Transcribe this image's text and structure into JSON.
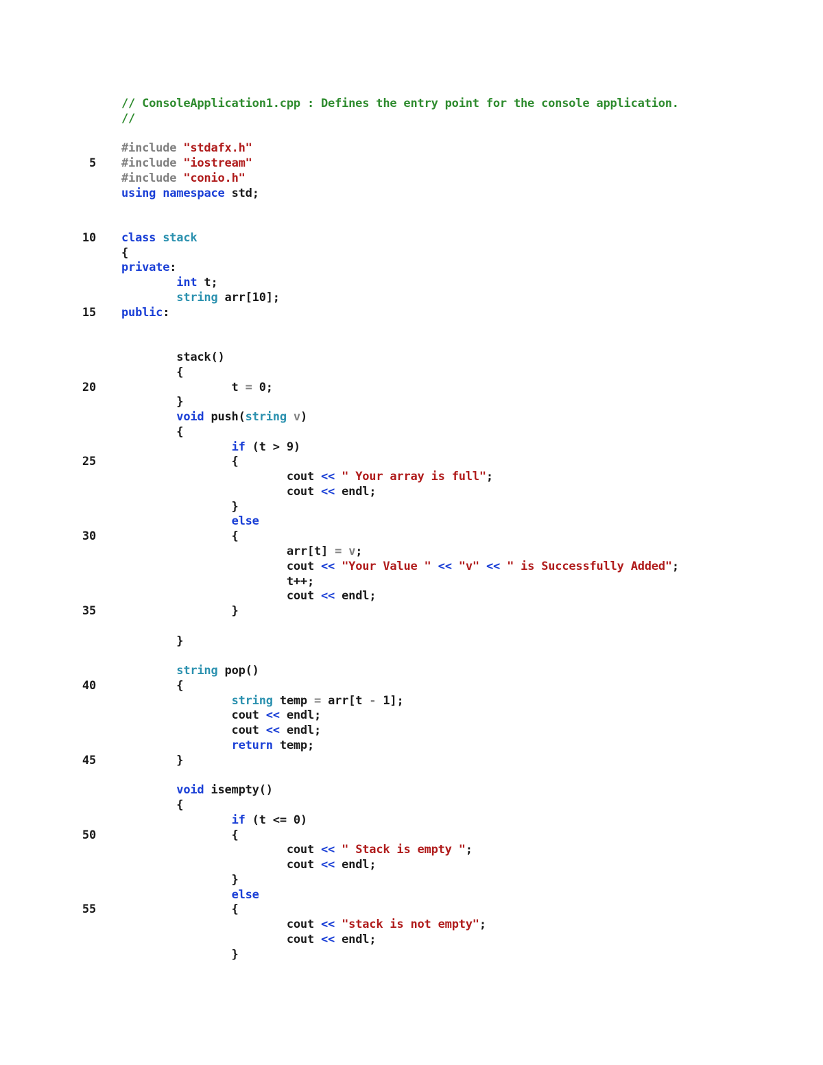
{
  "document": {
    "lines": [
      {
        "n": "",
        "tokens": [
          {
            "t": "// ConsoleApplication1.cpp : Defines the entry point for the console application.",
            "c": "comment"
          }
        ]
      },
      {
        "n": "",
        "tokens": [
          {
            "t": "//",
            "c": "comment"
          }
        ]
      },
      {
        "n": "",
        "tokens": []
      },
      {
        "n": "",
        "tokens": [
          {
            "t": "#include ",
            "c": "pre"
          },
          {
            "t": "\"stdafx.h\"",
            "c": "str"
          }
        ]
      },
      {
        "n": "5",
        "tokens": [
          {
            "t": "#include ",
            "c": "pre"
          },
          {
            "t": "\"iostream\"",
            "c": "str"
          }
        ]
      },
      {
        "n": "",
        "tokens": [
          {
            "t": "#include ",
            "c": "pre"
          },
          {
            "t": "\"conio.h\"",
            "c": "str"
          }
        ]
      },
      {
        "n": "",
        "tokens": [
          {
            "t": "using",
            "c": "kw"
          },
          {
            "t": " ",
            "c": "id"
          },
          {
            "t": "namespace",
            "c": "kw"
          },
          {
            "t": " std;",
            "c": "id"
          }
        ]
      },
      {
        "n": "",
        "tokens": []
      },
      {
        "n": "",
        "tokens": []
      },
      {
        "n": "10",
        "tokens": [
          {
            "t": "class",
            "c": "kw"
          },
          {
            "t": " ",
            "c": "id"
          },
          {
            "t": "stack",
            "c": "type"
          }
        ]
      },
      {
        "n": "",
        "tokens": [
          {
            "t": "{",
            "c": "id"
          }
        ]
      },
      {
        "n": "",
        "tokens": [
          {
            "t": "private",
            "c": "kw"
          },
          {
            "t": ":",
            "c": "id"
          }
        ]
      },
      {
        "n": "",
        "tokens": [
          {
            "t": "        ",
            "c": "id"
          },
          {
            "t": "int",
            "c": "kw"
          },
          {
            "t": " t;",
            "c": "id"
          }
        ]
      },
      {
        "n": "",
        "tokens": [
          {
            "t": "        ",
            "c": "id"
          },
          {
            "t": "string",
            "c": "type"
          },
          {
            "t": " arr[10];",
            "c": "id"
          }
        ]
      },
      {
        "n": "15",
        "tokens": [
          {
            "t": "public",
            "c": "kw"
          },
          {
            "t": ":",
            "c": "id"
          }
        ]
      },
      {
        "n": "",
        "tokens": []
      },
      {
        "n": "",
        "tokens": []
      },
      {
        "n": "",
        "tokens": [
          {
            "t": "        stack()",
            "c": "id"
          }
        ]
      },
      {
        "n": "",
        "tokens": [
          {
            "t": "        {",
            "c": "id"
          }
        ]
      },
      {
        "n": "20",
        "tokens": [
          {
            "t": "                t ",
            "c": "id"
          },
          {
            "t": "=",
            "c": "pre"
          },
          {
            "t": " 0;",
            "c": "id"
          }
        ]
      },
      {
        "n": "",
        "tokens": [
          {
            "t": "        }",
            "c": "id"
          }
        ]
      },
      {
        "n": "",
        "tokens": [
          {
            "t": "        ",
            "c": "id"
          },
          {
            "t": "void",
            "c": "kw"
          },
          {
            "t": " push(",
            "c": "id"
          },
          {
            "t": "string",
            "c": "type"
          },
          {
            "t": " ",
            "c": "id"
          },
          {
            "t": "v",
            "c": "param"
          },
          {
            "t": ")",
            "c": "id"
          }
        ]
      },
      {
        "n": "",
        "tokens": [
          {
            "t": "        {",
            "c": "id"
          }
        ]
      },
      {
        "n": "",
        "tokens": [
          {
            "t": "                ",
            "c": "id"
          },
          {
            "t": "if",
            "c": "kw"
          },
          {
            "t": " (t ",
            "c": "id"
          },
          {
            "t": ">",
            "c": "id"
          },
          {
            "t": " 9)",
            "c": "id"
          }
        ]
      },
      {
        "n": "25",
        "tokens": [
          {
            "t": "                {",
            "c": "id"
          }
        ]
      },
      {
        "n": "",
        "tokens": [
          {
            "t": "                        cout ",
            "c": "id"
          },
          {
            "t": "<<",
            "c": "op"
          },
          {
            "t": " ",
            "c": "id"
          },
          {
            "t": "\" Your array is full\"",
            "c": "str"
          },
          {
            "t": ";",
            "c": "id"
          }
        ]
      },
      {
        "n": "",
        "tokens": [
          {
            "t": "                        cout ",
            "c": "id"
          },
          {
            "t": "<<",
            "c": "op"
          },
          {
            "t": " endl;",
            "c": "id"
          }
        ]
      },
      {
        "n": "",
        "tokens": [
          {
            "t": "                }",
            "c": "id"
          }
        ]
      },
      {
        "n": "",
        "tokens": [
          {
            "t": "                ",
            "c": "id"
          },
          {
            "t": "else",
            "c": "kw"
          }
        ]
      },
      {
        "n": "30",
        "tokens": [
          {
            "t": "                {",
            "c": "id"
          }
        ]
      },
      {
        "n": "",
        "tokens": [
          {
            "t": "                        arr[t] ",
            "c": "id"
          },
          {
            "t": "=",
            "c": "pre"
          },
          {
            "t": " ",
            "c": "id"
          },
          {
            "t": "v",
            "c": "param"
          },
          {
            "t": ";",
            "c": "id"
          }
        ]
      },
      {
        "n": "",
        "tokens": [
          {
            "t": "                        cout ",
            "c": "id"
          },
          {
            "t": "<<",
            "c": "op"
          },
          {
            "t": " ",
            "c": "id"
          },
          {
            "t": "\"Your Value \"",
            "c": "str"
          },
          {
            "t": " ",
            "c": "id"
          },
          {
            "t": "<<",
            "c": "op"
          },
          {
            "t": " ",
            "c": "id"
          },
          {
            "t": "\"v\"",
            "c": "str"
          },
          {
            "t": " ",
            "c": "id"
          },
          {
            "t": "<<",
            "c": "op"
          },
          {
            "t": " ",
            "c": "id"
          },
          {
            "t": "\" is Successfully Added\"",
            "c": "str"
          },
          {
            "t": ";",
            "c": "id"
          }
        ]
      },
      {
        "n": "",
        "tokens": [
          {
            "t": "                        t++;",
            "c": "id"
          }
        ]
      },
      {
        "n": "",
        "tokens": [
          {
            "t": "                        cout ",
            "c": "id"
          },
          {
            "t": "<<",
            "c": "op"
          },
          {
            "t": " endl;",
            "c": "id"
          }
        ]
      },
      {
        "n": "35",
        "tokens": [
          {
            "t": "                }",
            "c": "id"
          }
        ]
      },
      {
        "n": "",
        "tokens": []
      },
      {
        "n": "",
        "tokens": [
          {
            "t": "        }",
            "c": "id"
          }
        ]
      },
      {
        "n": "",
        "tokens": []
      },
      {
        "n": "",
        "tokens": [
          {
            "t": "        ",
            "c": "id"
          },
          {
            "t": "string",
            "c": "type"
          },
          {
            "t": " pop()",
            "c": "id"
          }
        ]
      },
      {
        "n": "40",
        "tokens": [
          {
            "t": "        {",
            "c": "id"
          }
        ]
      },
      {
        "n": "",
        "tokens": [
          {
            "t": "                ",
            "c": "id"
          },
          {
            "t": "string",
            "c": "type"
          },
          {
            "t": " temp ",
            "c": "id"
          },
          {
            "t": "=",
            "c": "pre"
          },
          {
            "t": " arr[t ",
            "c": "id"
          },
          {
            "t": "-",
            "c": "pre"
          },
          {
            "t": " 1];",
            "c": "id"
          }
        ]
      },
      {
        "n": "",
        "tokens": [
          {
            "t": "                cout ",
            "c": "id"
          },
          {
            "t": "<<",
            "c": "op"
          },
          {
            "t": " endl;",
            "c": "id"
          }
        ]
      },
      {
        "n": "",
        "tokens": [
          {
            "t": "                cout ",
            "c": "id"
          },
          {
            "t": "<<",
            "c": "op"
          },
          {
            "t": " endl;",
            "c": "id"
          }
        ]
      },
      {
        "n": "",
        "tokens": [
          {
            "t": "                ",
            "c": "id"
          },
          {
            "t": "return",
            "c": "kw"
          },
          {
            "t": " temp;",
            "c": "id"
          }
        ]
      },
      {
        "n": "45",
        "tokens": [
          {
            "t": "        }",
            "c": "id"
          }
        ]
      },
      {
        "n": "",
        "tokens": []
      },
      {
        "n": "",
        "tokens": [
          {
            "t": "        ",
            "c": "id"
          },
          {
            "t": "void",
            "c": "kw"
          },
          {
            "t": " isempty()",
            "c": "id"
          }
        ]
      },
      {
        "n": "",
        "tokens": [
          {
            "t": "        {",
            "c": "id"
          }
        ]
      },
      {
        "n": "",
        "tokens": [
          {
            "t": "                ",
            "c": "id"
          },
          {
            "t": "if",
            "c": "kw"
          },
          {
            "t": " (t ",
            "c": "id"
          },
          {
            "t": "<=",
            "c": "id"
          },
          {
            "t": " 0)",
            "c": "id"
          }
        ]
      },
      {
        "n": "50",
        "tokens": [
          {
            "t": "                {",
            "c": "id"
          }
        ]
      },
      {
        "n": "",
        "tokens": [
          {
            "t": "                        cout ",
            "c": "id"
          },
          {
            "t": "<<",
            "c": "op"
          },
          {
            "t": " ",
            "c": "id"
          },
          {
            "t": "\" Stack is empty \"",
            "c": "str"
          },
          {
            "t": ";",
            "c": "id"
          }
        ]
      },
      {
        "n": "",
        "tokens": [
          {
            "t": "                        cout ",
            "c": "id"
          },
          {
            "t": "<<",
            "c": "op"
          },
          {
            "t": " endl;",
            "c": "id"
          }
        ]
      },
      {
        "n": "",
        "tokens": [
          {
            "t": "                }",
            "c": "id"
          }
        ]
      },
      {
        "n": "",
        "tokens": [
          {
            "t": "                ",
            "c": "id"
          },
          {
            "t": "else",
            "c": "kw"
          }
        ]
      },
      {
        "n": "55",
        "tokens": [
          {
            "t": "                {",
            "c": "id"
          }
        ]
      },
      {
        "n": "",
        "tokens": [
          {
            "t": "                        cout ",
            "c": "id"
          },
          {
            "t": "<<",
            "c": "op"
          },
          {
            "t": " ",
            "c": "id"
          },
          {
            "t": "\"stack is not empty\"",
            "c": "str"
          },
          {
            "t": ";",
            "c": "id"
          }
        ]
      },
      {
        "n": "",
        "tokens": [
          {
            "t": "                        cout ",
            "c": "id"
          },
          {
            "t": "<<",
            "c": "op"
          },
          {
            "t": " endl;",
            "c": "id"
          }
        ]
      },
      {
        "n": "",
        "tokens": [
          {
            "t": "                }",
            "c": "id"
          }
        ]
      }
    ]
  },
  "colors": {
    "comment": "#2e8b2e",
    "preprocessor": "#808080",
    "string": "#b01c1c",
    "keyword": "#1a3fd6",
    "type": "#2b91af",
    "text": "#1a1a1a"
  }
}
